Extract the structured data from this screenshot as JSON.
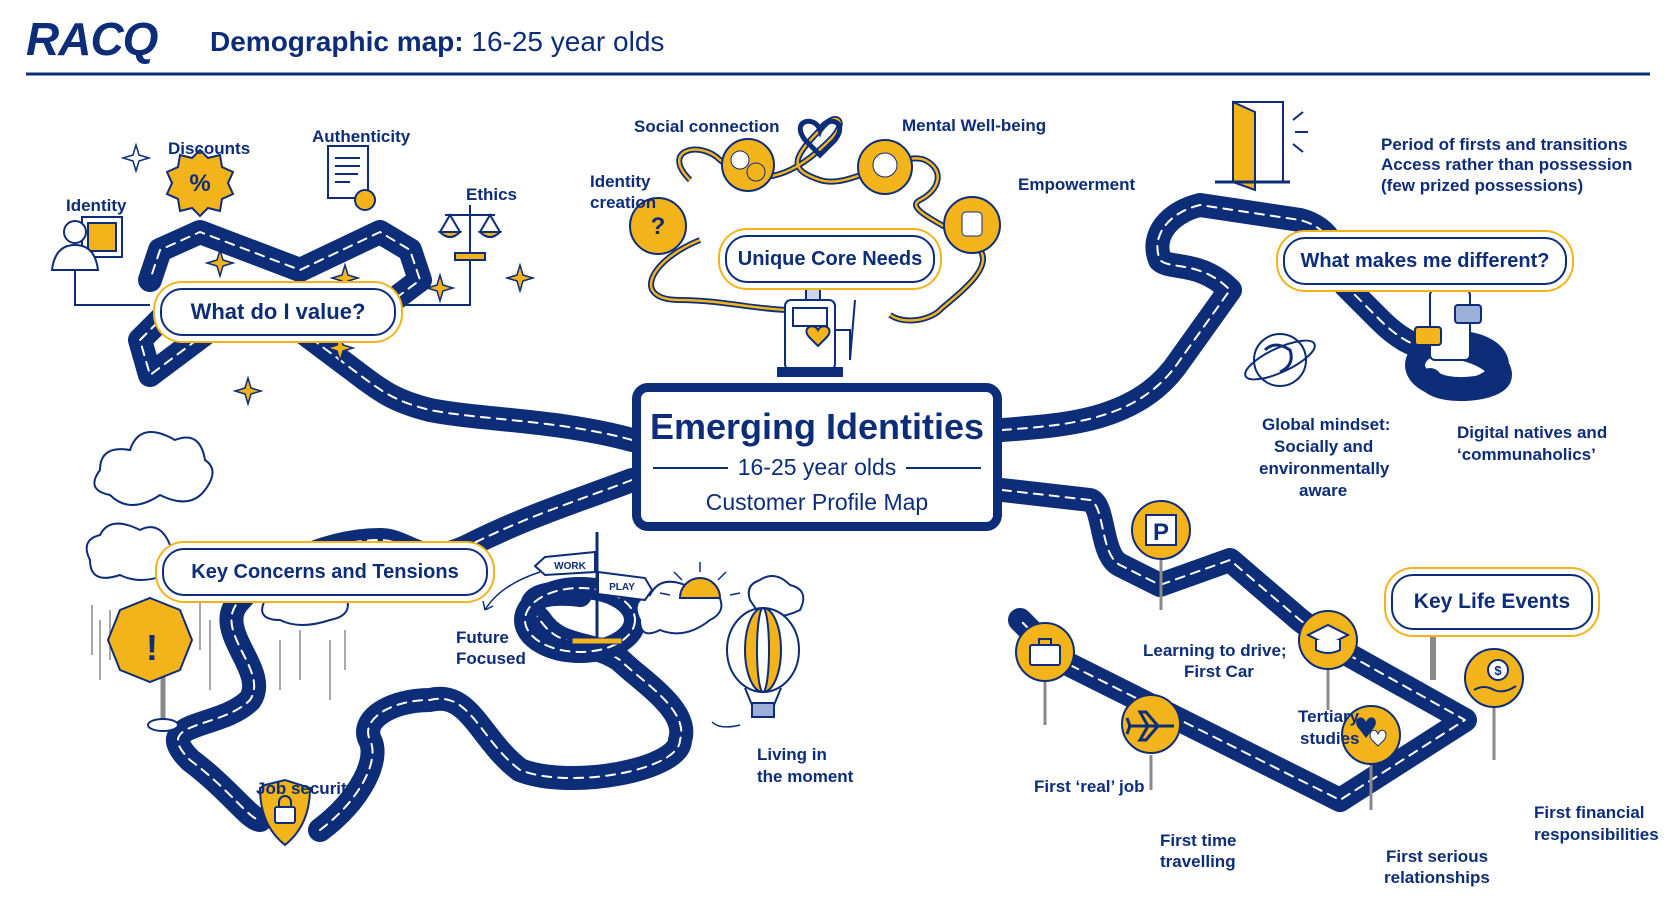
{
  "header": {
    "logo": "RACQ",
    "title_bold": "Demographic map:",
    "title_regular": "16-25 year olds"
  },
  "colors": {
    "navy": "#0d2d78",
    "gold": "#f3b31a",
    "light_blue": "#9ab0d8"
  },
  "center": {
    "title": "Emerging Identities",
    "subtitle": "16-25 year olds",
    "caption": "Customer Profile Map"
  },
  "values": {
    "heading": "What do I value?",
    "items": [
      "Identity",
      "Discounts",
      "Authenticity",
      "Ethics"
    ]
  },
  "needs": {
    "heading": "Unique Core Needs",
    "items": [
      "Social connection",
      "Mental Well-being",
      "Identity creation",
      "Empowerment"
    ]
  },
  "different": {
    "heading": "What makes me different?",
    "period_lines": [
      "Period of firsts and transitions",
      "Access rather than possession",
      "(few prized possessions)"
    ],
    "global_lines": [
      "Global mindset:",
      "Socially and",
      "environmentally",
      "aware"
    ],
    "digital_lines": [
      "Digital natives and",
      "‘communaholics’"
    ]
  },
  "concerns": {
    "heading": "Key Concerns and Tensions",
    "job_security": "Job security",
    "future_lines": [
      "Future",
      "Focused"
    ],
    "moment_lines": [
      "Living in",
      "the moment"
    ],
    "sign_work": "WORK",
    "sign_play": "PLAY"
  },
  "life_events": {
    "heading": "Key Life Events",
    "driving_lines": [
      "Learning to drive;",
      "First Car"
    ],
    "tertiary_lines": [
      "Tertiary",
      "studies"
    ],
    "real_job": "First ‘real’ job",
    "travel_lines": [
      "First time",
      "travelling"
    ],
    "relationships_lines": [
      "First serious",
      "relationships"
    ],
    "financial_lines": [
      "First financial",
      "responsibilities"
    ],
    "parking_letter": "P"
  }
}
